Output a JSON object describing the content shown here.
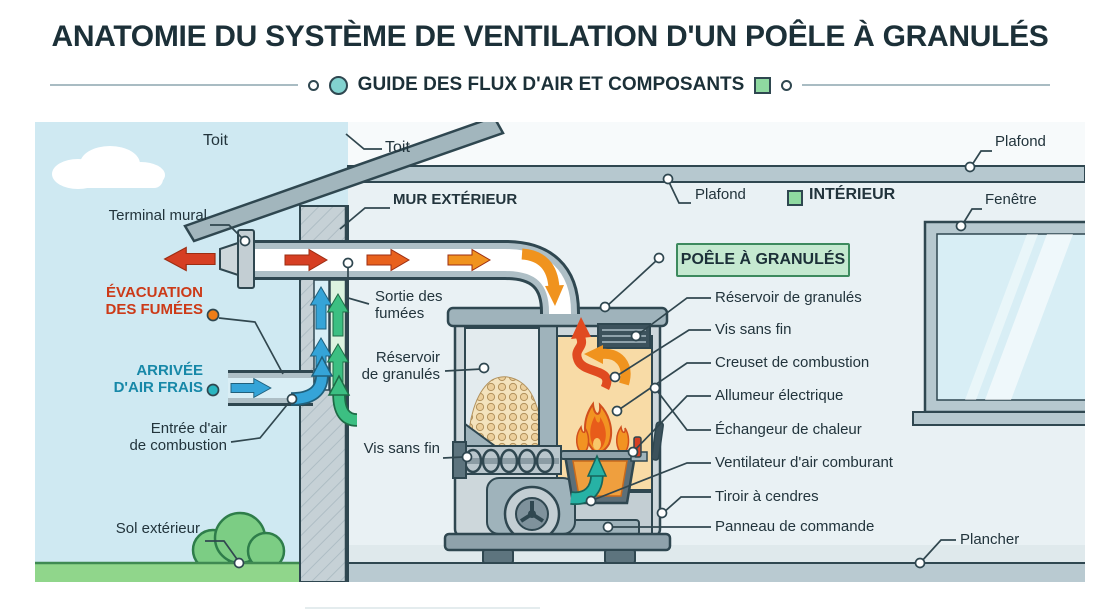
{
  "header": {
    "title": "ANATOMIE DU SYSTÈME DE VENTILATION D'UN POÊLE À GRANULÉS",
    "subtitle": "GUIDE DES FLUX D'AIR ET COMPOSANTS"
  },
  "labels": {
    "toit_left": "Toit",
    "toit_right": "Toit",
    "terminal_mural": "Terminal mural",
    "evacuation_line1": "ÉVACUATION",
    "evacuation_line2": "DES FUMÉES",
    "arrivee_line1": "ARRIVÉE",
    "arrivee_line2": "D'AIR FRAIS",
    "entree_line1": "Entrée d'air",
    "entree_line2": "de combustion",
    "sol_exterieur": "Sol extérieur",
    "mur_exterieur": "MUR EXTÉRIEUR",
    "sortie_line1": "Sortie des",
    "sortie_line2": "fumées",
    "reservoir_left_line1": "Réservoir",
    "reservoir_left_line2": "de granulés",
    "vis_left": "Vis sans fin",
    "plafond_left": "Plafond",
    "interieur": "INTÉRIEUR",
    "plafond_right": "Plafond",
    "fenetre": "Fenêtre",
    "poele_box": "POÊLE À GRANULÉS",
    "reservoir_right": "Réservoir de granulés",
    "vis_right": "Vis sans fin",
    "creuset": "Creuset de combustion",
    "allumeur": "Allumeur électrique",
    "echangeur": "Échangeur de chaleur",
    "ventilateur": "Ventilateur d'air comburant",
    "tiroir": "Tiroir à cendres",
    "panneau": "Panneau de commande",
    "plancher": "Plancher"
  },
  "colors": {
    "smoke_red": "#d63f23",
    "smoke_orange": "#f0931e",
    "fresh_air_blue": "#35a4d8",
    "combustion_green": "#3cbf82",
    "fan_teal": "#27b2a5",
    "evacuation_text": "#cc3a18",
    "arrivee_text": "#1788a8",
    "legend_teal": "#82d2cf",
    "legend_green": "#8fd9a0",
    "sky": "#cfe9f2",
    "interior": "#e9f1f4",
    "outline": "#2f4750"
  }
}
